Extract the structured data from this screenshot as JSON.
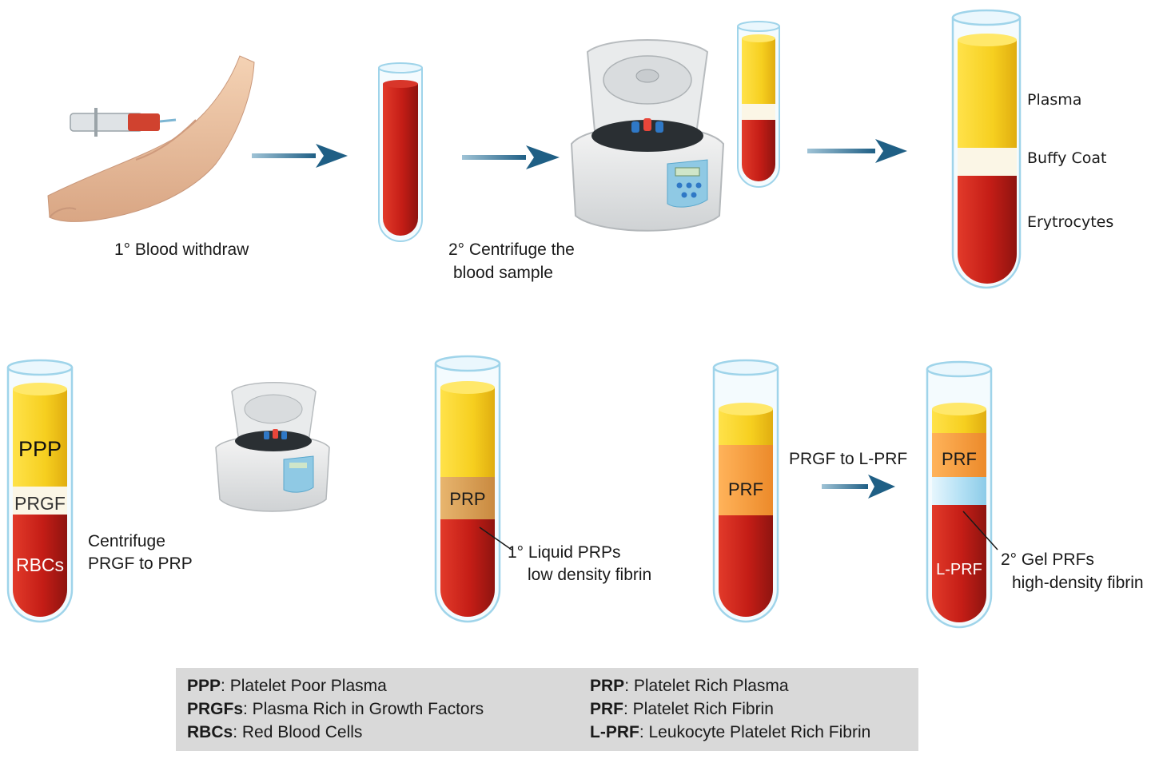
{
  "steps": {
    "blood_withdraw": "1° Blood withdraw",
    "centrifuge_line1": "2° Centrifuge the",
    "centrifuge_line2": "blood sample"
  },
  "separated_tube": {
    "layers": [
      "Plasma",
      "Buffy Coat",
      "Erytrocytes"
    ]
  },
  "bottom": {
    "tube1": {
      "ppp": "PPP",
      "prgf": "PRGF",
      "rbcs": "RBCs"
    },
    "centrifuge_prgf_line1": "Centrifuge",
    "centrifuge_prgf_line2": "PRGF to PRP",
    "tube2": {
      "prp": "PRP"
    },
    "liquid_prp_line1": "1° Liquid PRPs",
    "liquid_prp_line2": "low density fibrin",
    "tube3": {
      "prf": "PRF"
    },
    "prgf_to_lprf": "PRGF to L-PRF",
    "tube4": {
      "prf": "PRF",
      "lprf": "L-PRF"
    },
    "gel_prf_line1": "2° Gel PRFs",
    "gel_prf_line2": "high-density fibrin"
  },
  "legend": {
    "left": [
      {
        "abbr": "PPP",
        "desc": ": Platelet Poor Plasma"
      },
      {
        "abbr": "PRGFs",
        "desc": ": Plasma Rich in Growth Factors"
      },
      {
        "abbr": "RBCs",
        "desc": ": Red Blood Cells"
      }
    ],
    "right": [
      {
        "abbr": "PRP",
        "desc": ": Platelet Rich Plasma"
      },
      {
        "abbr": "PRF",
        "desc": ": Platelet Rich Fibrin"
      },
      {
        "abbr": "L-PRF",
        "desc": ": Leukocyte Platelet Rich Fibrin"
      }
    ]
  },
  "colors": {
    "blood_red": "#c8201a",
    "plasma_yellow": "#f7d22a",
    "buffy_white": "#fbf6e6",
    "prf_orange": "#f59a3c",
    "prp_tan": "#d9a05a",
    "gel_blue": "#bfe6f7",
    "arrow_blue": "#2e6f93",
    "legend_bg": "#d9d9d9"
  },
  "icons": [
    "arm-syringe-icon",
    "centrifuge-icon",
    "test-tube-icon",
    "arrow-right-icon"
  ]
}
